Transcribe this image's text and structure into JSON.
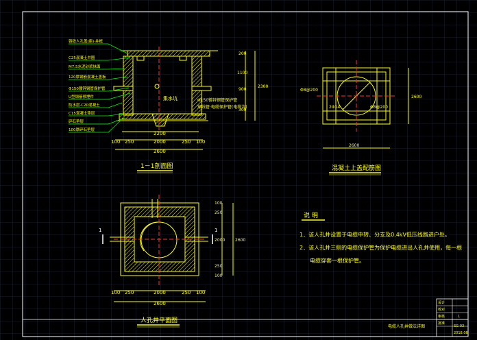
{
  "colors": {
    "background": "#000000",
    "grid": "#1e2a3a",
    "frame": "#ffffff",
    "drawing": "#ffff00",
    "leader": "#00ff00",
    "dimension": "#00ffff",
    "accent": "#ff3030",
    "text": "#ffff00"
  },
  "section_view": {
    "title": "1－1剖面图",
    "labels": [
      "铸铁人孔盖(座)·井框",
      "C25混凝土井圈",
      "M7.5水泥砂浆抹面",
      "120厚钢筋混凝土盖板",
      "Φ150镀锌钢管保护管",
      "U型钢筋预埋件",
      "防水层·C20混凝土",
      "C15混凝土垫层",
      "碎石垫层",
      "100厚碎石垫层"
    ],
    "right_notes": [
      "Φ150镀锌钢管保护管",
      "穿线管·电缆保护管(电缆沟)"
    ],
    "sump_label": "集水坑",
    "dims_bottom": [
      "100",
      "250",
      "2000",
      "250",
      "100"
    ],
    "dim_total": "2600",
    "dim_sub": "2200",
    "dims_right": [
      "200",
      "1100",
      "900",
      "300"
    ],
    "dim_right_total": "2300"
  },
  "slab_view": {
    "title": "混凝土上盖配筋图",
    "label_left": "Φ8@200",
    "label_right": "Φ8@200",
    "label_bar": "2Φ14",
    "dim_bottom": "2600",
    "dim_right": "2600"
  },
  "plan_view": {
    "title": "人孔井平面图",
    "section_mark": "1",
    "dims_bottom": [
      "100",
      "250",
      "2000",
      "250",
      "100"
    ],
    "dim_total": "2600",
    "dims_right": [
      "100",
      "250",
      "2000",
      "250",
      "100"
    ],
    "dim_right_total": "2600"
  },
  "notes": {
    "heading": "说  明",
    "items": [
      "1．该人孔井设置于电缆中转、分支及0.4kV低压线路进户处。",
      "2．该人孔井三侧的电缆保护管为保护电缆进出人孔井使用，每一根",
      "电缆穿套一根保护管。"
    ]
  },
  "title_block": {
    "rows": [
      "设计",
      "校对",
      "审核",
      "批准"
    ],
    "sheet": "1",
    "number": "SG-03",
    "date": "2018.06",
    "drawing_name": "电缆人孔井做法详图"
  }
}
